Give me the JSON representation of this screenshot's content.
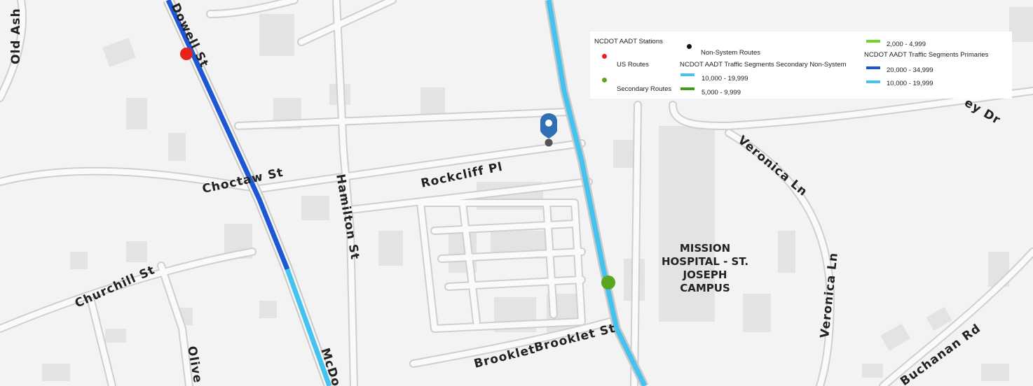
{
  "streets": {
    "old_ash": "Old Ash",
    "mcdowell_top": "Dowell St",
    "choctaw": "Choctaw St",
    "hamilton": "Hamilton St",
    "rockcliff": "Rockcliff Pl",
    "churchill": "Churchill St",
    "olive": "Olive",
    "mcd_bottom": "McDo",
    "brooklet_1": "Brooklet",
    "brooklet_2": "Brooklet St",
    "veronica_1": "Veronica Ln",
    "veronica_2": "Veronica Ln",
    "buchanan": "Buchanan Rd",
    "partial_dr": "ey Dr"
  },
  "poi": {
    "line1": "MISSION",
    "line2": "HOSPITAL - ST.",
    "line3": "JOSEPH",
    "line4": "CAMPUS"
  },
  "legend": {
    "stations_title": "NCDOT AADT Stations",
    "us_routes": "US Routes",
    "secondary_routes": "Secondary Routes",
    "non_system_routes": "Non-System Routes",
    "secondary_nonsystem_title": "NCDOT AADT Traffic Segments Secondary Non-System",
    "sec_10k": "10,000 - 19,999",
    "sec_5k": "5,000 - 9,999",
    "sec_2k": "2,000 - 4,999",
    "primaries_title": "NCDOT AADT Traffic Segments Primaries",
    "pri_20k": "20,000 - 34,999",
    "pri_10k": "10,000 - 19,999"
  },
  "colors": {
    "us_route": "#e8231e",
    "secondary_route": "#5aa61e",
    "non_system": "#111111",
    "light_blue": "#45c3f0",
    "dark_blue": "#1d57d4",
    "green_dark": "#3f9d16",
    "green_light": "#72d92a",
    "pin": "#2f6fb5"
  },
  "markers": {
    "pin_icon": "location-pin-icon"
  }
}
